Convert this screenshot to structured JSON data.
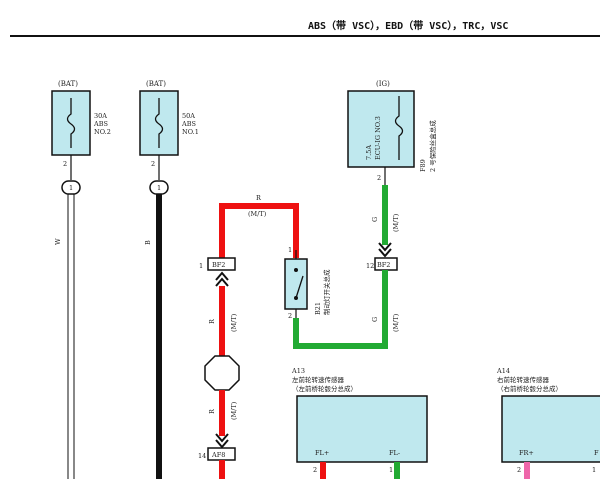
{
  "title": "ABS（带 VSC），EBD（带 VSC），TRC，VSC",
  "fuses": {
    "abs2": {
      "source": "(BAT)",
      "amp": "30A",
      "name1": "ABS",
      "name2": "NO.2",
      "pin": "2",
      "conn": "1",
      "wire": "W"
    },
    "abs1": {
      "source": "(BAT)",
      "amp": "50A",
      "name1": "ABS",
      "name2": "NO.1",
      "pin": "2",
      "conn": "1",
      "wire": "B"
    },
    "ecu_ig": {
      "source": "(IG)",
      "amp": "7.5A",
      "name": "ECU-IG NO.3",
      "ref": "F89",
      "desc": "2 号保险丝盒总成",
      "pin": "2"
    }
  },
  "wires": {
    "red_top": "R",
    "red_top_mt": "(M/T)",
    "red_mid": "R",
    "red_mid_mt": "(M/T)",
    "red_low": "R",
    "red_low_mt": "(M/T)",
    "green_top": "G",
    "green_top_mt": "(M/T)",
    "green_low": "G",
    "green_low_mt": "(M/T)"
  },
  "connectors": {
    "bf2_left": {
      "pin": "1",
      "label": "BF2"
    },
    "bf2_right": {
      "pin": "12",
      "label": "BF2"
    },
    "af8": {
      "pin": "14",
      "label": "AF8"
    }
  },
  "switch": {
    "ref": "B21",
    "desc": "制动灯开关总成",
    "pin_top": "1",
    "pin_bot": "2"
  },
  "sensors": {
    "a13": {
      "ref": "A13",
      "desc": "左前轮转速传感器",
      "sub": "（左前桥轮毂分总成）",
      "p1": "FL+",
      "p2": "FL-",
      "n1": "2",
      "n2": "1"
    },
    "a14": {
      "ref": "A14",
      "desc": "右前轮转速传感器",
      "sub": "（右前桥轮毂分总成）",
      "p1": "FR+",
      "p2": "F",
      "n1": "2",
      "n2": "1"
    }
  },
  "colors": {
    "red": "#ee1111",
    "green": "#22aa33",
    "pink": "#ee66aa",
    "box": "#bfe8ee",
    "black": "#111111"
  }
}
